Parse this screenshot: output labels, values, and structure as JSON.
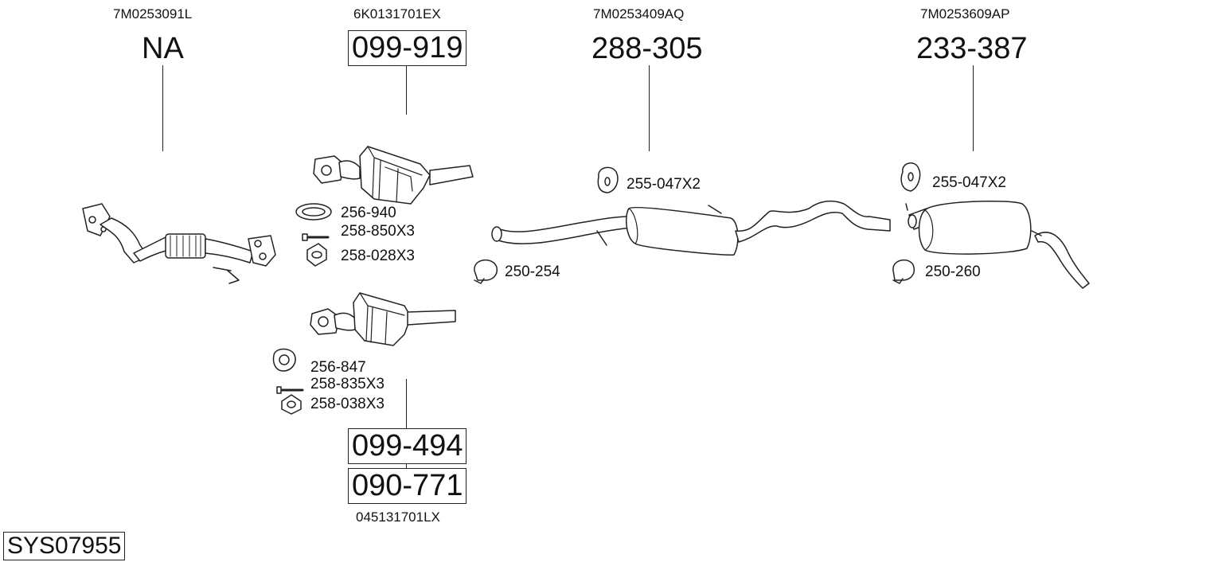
{
  "diagram_id": "SYS07955",
  "columns": [
    {
      "oem": "7M0253091L",
      "part": "NA",
      "boxed": false
    },
    {
      "oem": "6K0131701EX",
      "part": "099-919",
      "boxed": true
    },
    {
      "oem": "7M0253409AQ",
      "part": "288-305",
      "boxed": false
    },
    {
      "oem": "7M0253609AP",
      "part": "233-387",
      "boxed": false
    }
  ],
  "lower_group": {
    "parts": [
      "099-494",
      "090-771"
    ],
    "oem": "045131701LX"
  },
  "accessories": {
    "cat_upper": [
      "256-940",
      "258-850X3",
      "258-028X3"
    ],
    "cat_lower": [
      "256-847",
      "258-835X3",
      "258-038X3"
    ],
    "middle": [
      "255-047X2",
      "250-254"
    ],
    "rear": [
      "255-047X2",
      "250-260"
    ]
  },
  "colors": {
    "line": "#222222",
    "fill": "#ffffff",
    "text": "#111111"
  }
}
